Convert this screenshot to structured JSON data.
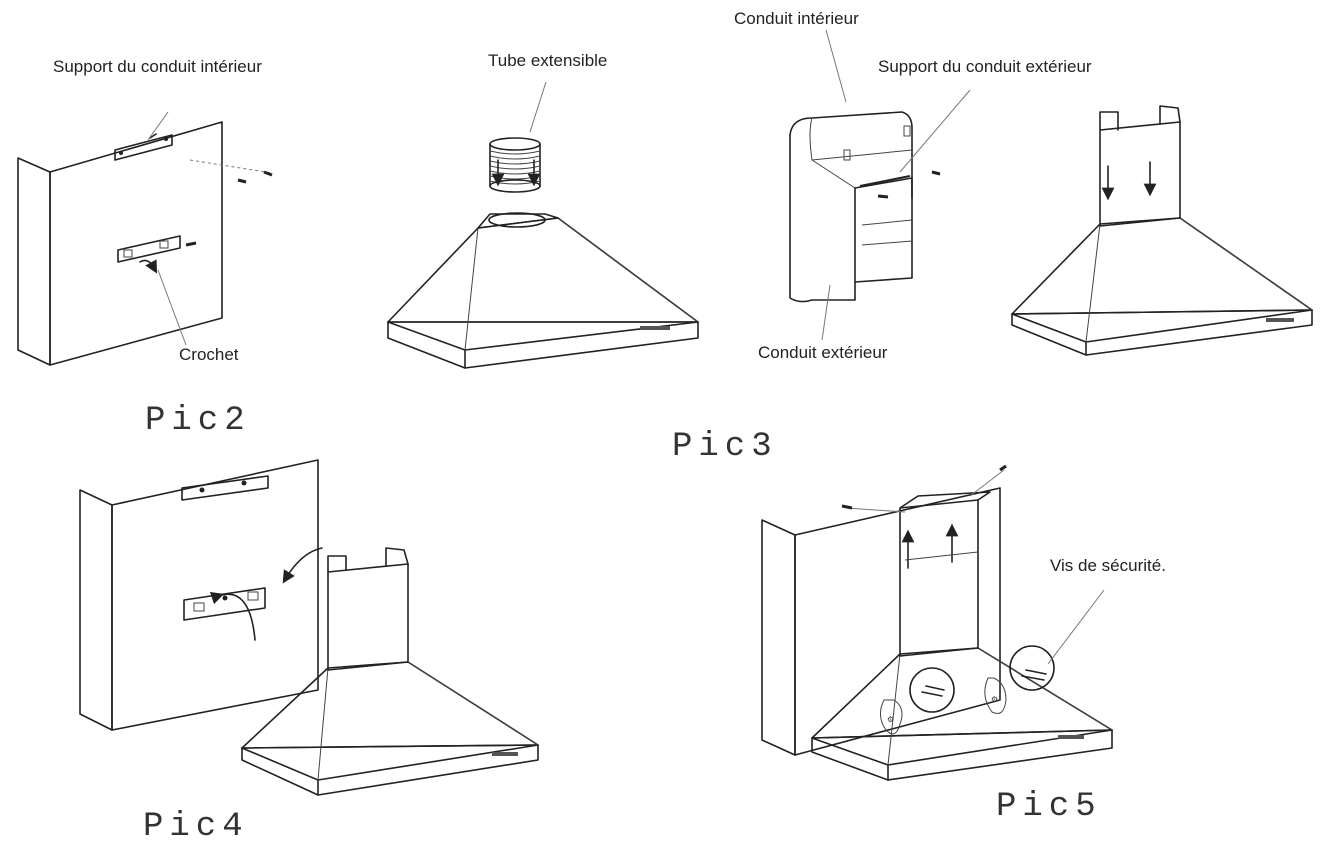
{
  "labels": {
    "support_inner": "Support du conduit intérieur",
    "crochet": "Crochet",
    "tube": "Tube extensible",
    "conduit_inner": "Conduit intérieur",
    "support_outer": "Support du conduit extérieur",
    "conduit_outer": "Conduit extérieur",
    "vis": "Vis de sécurité."
  },
  "captions": {
    "pic2": "Pic2",
    "pic3": "Pic3",
    "pic4": "Pic4",
    "pic5": "Pic5"
  }
}
